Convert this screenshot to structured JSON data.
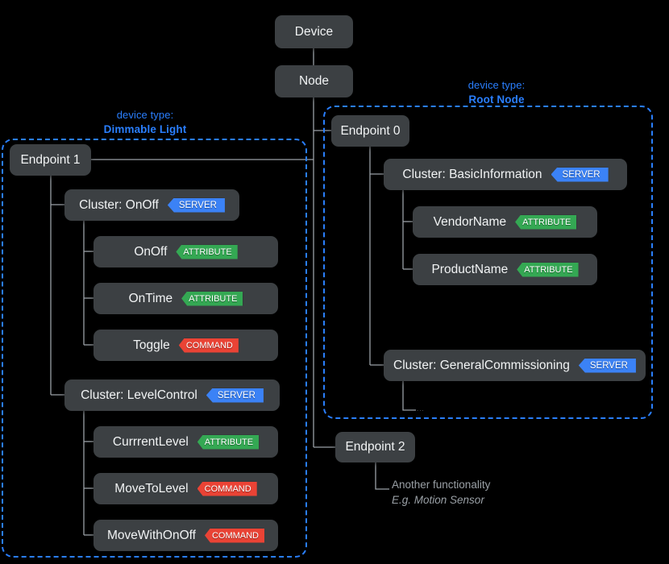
{
  "diagram": {
    "title_nodes": [
      {
        "name": "device-node",
        "label": "Device"
      },
      {
        "name": "node-node",
        "label": "Node"
      }
    ],
    "device_types": [
      {
        "name": "dimmable-light",
        "prefix": "device type:",
        "type_name": "Dimmable Light",
        "accent": "#2a7fff"
      },
      {
        "name": "root-node",
        "prefix": "device type:",
        "type_name": "Root Node",
        "accent": "#2a7fff"
      }
    ],
    "endpoints": [
      {
        "name": "endpoint-1",
        "label": "Endpoint 1"
      },
      {
        "name": "endpoint-0",
        "label": "Endpoint 0"
      },
      {
        "name": "endpoint-2",
        "label": "Endpoint 2"
      }
    ],
    "clusters": [
      {
        "name": "cluster-onoff",
        "label": "Cluster: OnOff",
        "badge": "SERVER"
      },
      {
        "name": "cluster-levelcontrol",
        "label": "Cluster: LevelControl",
        "badge": "SERVER"
      },
      {
        "name": "cluster-basicinformation",
        "label": "Cluster: BasicInformation",
        "badge": "SERVER"
      },
      {
        "name": "cluster-generalcommissioning",
        "label": "Cluster: GeneralCommissioning",
        "badge": "SERVER"
      }
    ],
    "members": [
      {
        "name": "member-onoff",
        "label": "OnOff",
        "badge": "ATTRIBUTE"
      },
      {
        "name": "member-ontime",
        "label": "OnTime",
        "badge": "ATTRIBUTE"
      },
      {
        "name": "member-toggle",
        "label": "Toggle",
        "badge": "COMMAND"
      },
      {
        "name": "member-currrentlevel",
        "label": "CurrrentLevel",
        "badge": "ATTRIBUTE"
      },
      {
        "name": "member-movetolevel",
        "label": "MoveToLevel",
        "badge": "COMMAND"
      },
      {
        "name": "member-movewithonoff",
        "label": "MoveWithOnOff",
        "badge": "COMMAND"
      },
      {
        "name": "member-vendorname",
        "label": "VendorName",
        "badge": "ATTRIBUTE"
      },
      {
        "name": "member-productname",
        "label": "ProductName",
        "badge": "ATTRIBUTE"
      }
    ],
    "notes": [
      {
        "name": "endpoint-2-note-line1",
        "text": "Another functionality"
      },
      {
        "name": "endpoint-2-note-line2",
        "text": "E.g. Motion Sensor"
      },
      {
        "name": "generalcommissioning-ellipsis",
        "text": "..."
      }
    ],
    "colors": {
      "background": "#000000",
      "box_fill": "#3c4043",
      "box_text": "#f1f3f4",
      "wire": "#9aa0a6",
      "dashed_accent": "#2a7fff",
      "badge_server": "#3b82f6",
      "badge_attribute": "#34a853",
      "badge_command": "#ea4335",
      "note_text": "#9aa0a6"
    }
  }
}
